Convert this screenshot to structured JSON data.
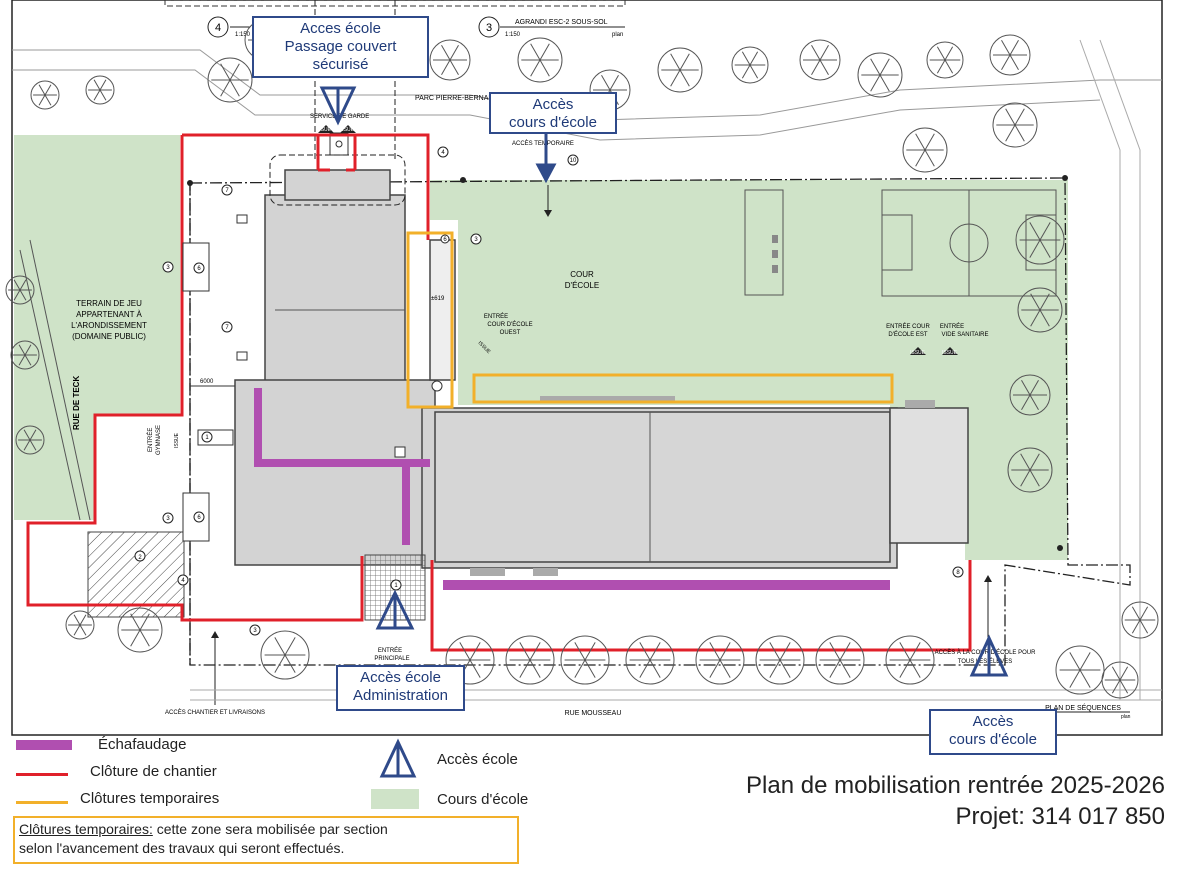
{
  "colors": {
    "scaffold": "#b04fb0",
    "fence": "#e0202a",
    "temp_fence": "#f2b02a",
    "yard": "#cfe3c8",
    "access": "#2f4a8a",
    "building": "#d3d3d3"
  },
  "drawing_labels": {
    "sheet4": "4",
    "sheet4_scale": "1:150",
    "sheet3": "3",
    "sheet3_title": "AGRANDI ESC-2 SOUS-SOL",
    "sheet3_scale": "1:150",
    "sheet3_plan": "plan",
    "parc": "PARC PIERRE-BERNARD",
    "acces_temp": "ACCÈS TEMPORAIRE",
    "cour_l1": "COUR",
    "cour_l2": "D'ÉCOLE",
    "entree_ouest_l1": "ENTRÉE",
    "entree_ouest_l2": "COUR D'ÉCOLE",
    "entree_ouest_l3": "OUEST",
    "entree_est_l1": "ENTRÉE COUR",
    "entree_est_l2": "D'ÉCOLE EST",
    "vide_l1": "ENTRÉE",
    "vide_l2": "VIDE SANITAIRE",
    "issue": "ISSUE",
    "terrain_l1": "TERRAIN DE JEU",
    "terrain_l2": "APPARTENANT À",
    "terrain_l3": "L'ARONDISSEMENT",
    "terrain_l4": "(DOMAINE PUBLIC)",
    "rue_teck": "RUE DE TECK",
    "entree_gym_l1": "ENTRÉE",
    "entree_gym_l2": "GYMNASE",
    "entree_principale_l1": "ENTRÉE",
    "entree_principale_l2": "PRINCIPALE",
    "acces_chantier": "ACCÈS CHANTIER ET LIVRAISONS",
    "rue_mousseau": "RUE MOUSSEAU",
    "acces_tous_l1": "ACCÈS À LA COUR D'ÉCOLE POUR",
    "acces_tous_l2": "TOUS LES ÉLÈVES",
    "plan_sequences": "PLAN DE SÉQUENCES",
    "plan_sequences_sub": "plan",
    "service_garde": "SERVICE DE GARDE",
    "dim_6000": "6000",
    "dim_619": "±619",
    "tag1": "1",
    "tag2": "2",
    "tag3": "3",
    "tag4": "4",
    "tag6": "6",
    "tag7": "7",
    "tag8": "8",
    "tag10": "10"
  },
  "callouts": {
    "passage": [
      "Acces école",
      "Passage couvert",
      "sécurisé"
    ],
    "cours_top": [
      "Accès",
      "cours d'école"
    ],
    "admin": [
      "Accès école",
      "Administration"
    ],
    "cours_bottom": [
      "Accès",
      "cours d'école"
    ]
  },
  "legend": {
    "scaffold": "Échafaudage",
    "fence": "Clôture de chantier",
    "temp_fence": "Clôtures temporaires",
    "access": "Accès école",
    "yard": "Cours d'école"
  },
  "title": {
    "line1": "Plan de mobilisation rentrée 2025-2026",
    "line2": "Projet: 314 017 850"
  },
  "note": {
    "underlined": "Clôtures temporaires:",
    "text1": " cette zone sera mobilisée par section",
    "text2": "selon l'avancement des travaux qui seront effectués."
  }
}
